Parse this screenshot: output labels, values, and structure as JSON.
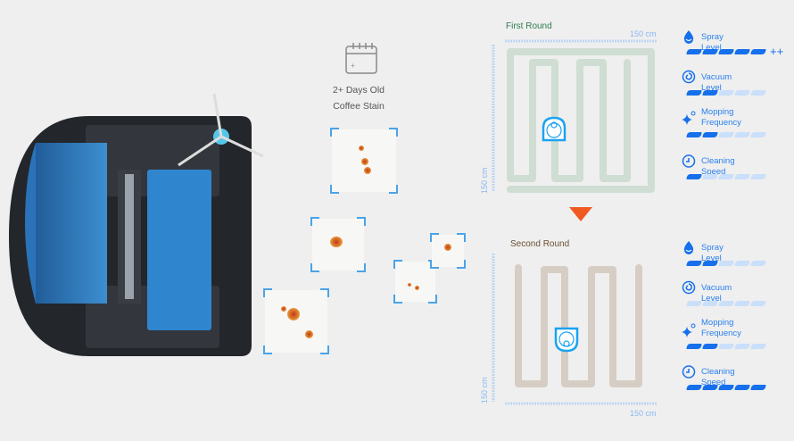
{
  "stain_caption": {
    "line1": "2+ Days Old",
    "line2": "Coffee Stain"
  },
  "first_round": {
    "title": "First Round",
    "width_label": "150 cm",
    "height_label": "150 cm",
    "metrics": [
      {
        "label": "Spray Level",
        "icon": "water-drop-icon",
        "level": 5,
        "max": 5,
        "extra": "++"
      },
      {
        "label": "Vacuum Level",
        "icon": "swirl-icon",
        "level": 2,
        "max": 5
      },
      {
        "label": "Mopping Frequency",
        "label_l1": "Mopping",
        "label_l2": "Frequency",
        "icon": "sparkle-icon",
        "level": 2,
        "max": 5
      },
      {
        "label": "Cleaning Speed",
        "icon": "clock-icon",
        "level": 1,
        "max": 5
      }
    ]
  },
  "second_round": {
    "title": "Second Round",
    "width_label": "150 cm",
    "height_label": "150 cm",
    "metrics": [
      {
        "label": "Spray Level",
        "icon": "water-drop-icon",
        "level": 2,
        "max": 5
      },
      {
        "label": "Vacuum Level",
        "icon": "swirl-icon",
        "level": 0,
        "max": 5
      },
      {
        "label": "Mopping Frequency",
        "label_l1": "Mopping",
        "label_l2": "Frequency",
        "icon": "sparkle-icon",
        "level": 2,
        "max": 5
      },
      {
        "label": "Cleaning Speed",
        "icon": "clock-icon",
        "level": 5,
        "max": 5
      }
    ]
  },
  "colors": {
    "accent": "#1670ec",
    "first_path": "#cfddd3",
    "second_path": "#d6cdc4",
    "arrow": "#f05a22",
    "first_title": "#2e7d4f",
    "second_title": "#6b4f33"
  }
}
